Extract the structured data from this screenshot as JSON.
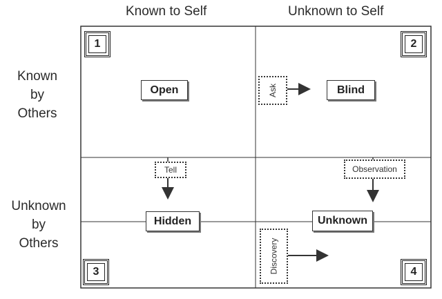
{
  "columns": [
    "Known to Self",
    "Unknown to Self"
  ],
  "rows": [
    "Known\nby\nOthers",
    "Unknown\nby\nOthers"
  ],
  "quadrants": [
    {
      "number": "1",
      "label": "Open"
    },
    {
      "number": "2",
      "label": "Blind"
    },
    {
      "number": "3",
      "label": "Hidden"
    },
    {
      "number": "4",
      "label": "Unknown"
    }
  ],
  "processes": {
    "ask": "Ask",
    "tell": "Tell",
    "observation": "Observation",
    "discovery": "Discovery"
  },
  "colors": {
    "line": "#333333",
    "text": "#222222"
  }
}
